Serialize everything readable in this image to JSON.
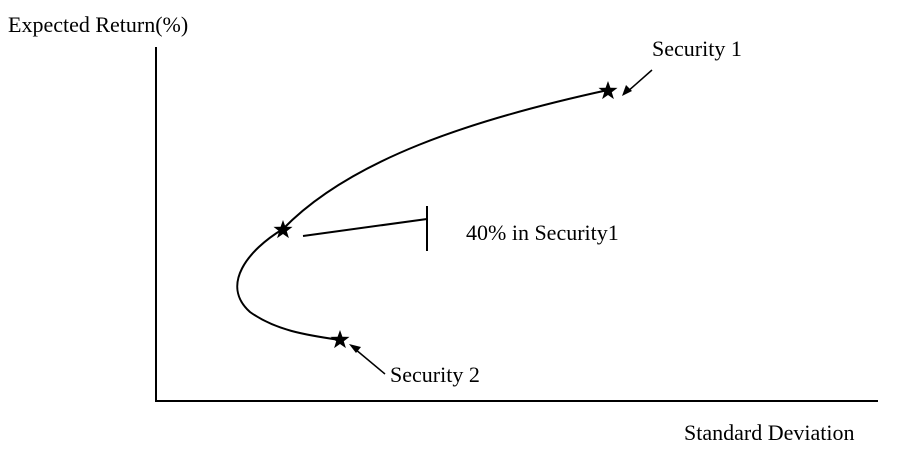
{
  "diagram": {
    "y_axis_label": "Expected Return(%)",
    "x_axis_label": "Standard Deviation",
    "point_labels": {
      "security1": "Security 1",
      "portfolio": "40% in Security1",
      "security2": "Security 2"
    },
    "marker_icon": "star-icon",
    "ink_color": "#000000"
  }
}
